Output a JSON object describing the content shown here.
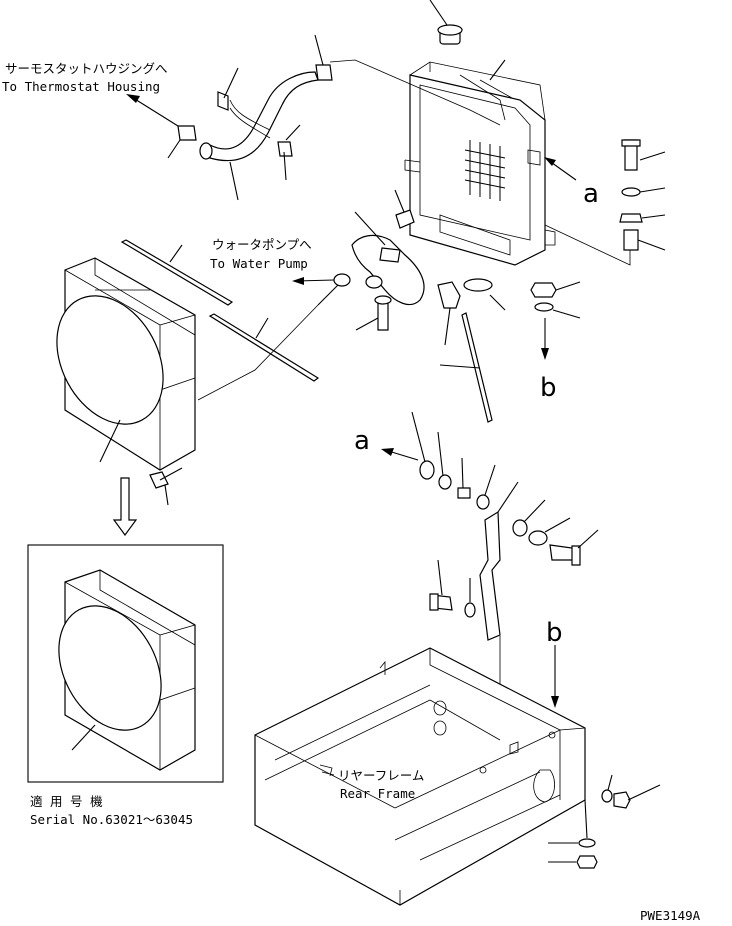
{
  "labels": {
    "thermostat_jp": "サーモスタットハウジングへ",
    "thermostat_en": "To Thermostat Housing",
    "waterpump_jp": "ウォータポンプへ",
    "waterpump_en": "To Water Pump",
    "ref_a_top": "a",
    "ref_b_top": "b",
    "ref_a_mid": "a",
    "ref_b_low": "b",
    "rear_frame_jp": "リヤーフレーム",
    "rear_frame_en": "Rear Frame",
    "serial_jp": "適 用 号 機",
    "serial_en": "Serial No.63021～63045",
    "drawing_code": "PWE3149A"
  },
  "icons": {
    "direction_arrow": "arrow-icon",
    "hollow_down_arrow": "down-arrow-icon"
  }
}
